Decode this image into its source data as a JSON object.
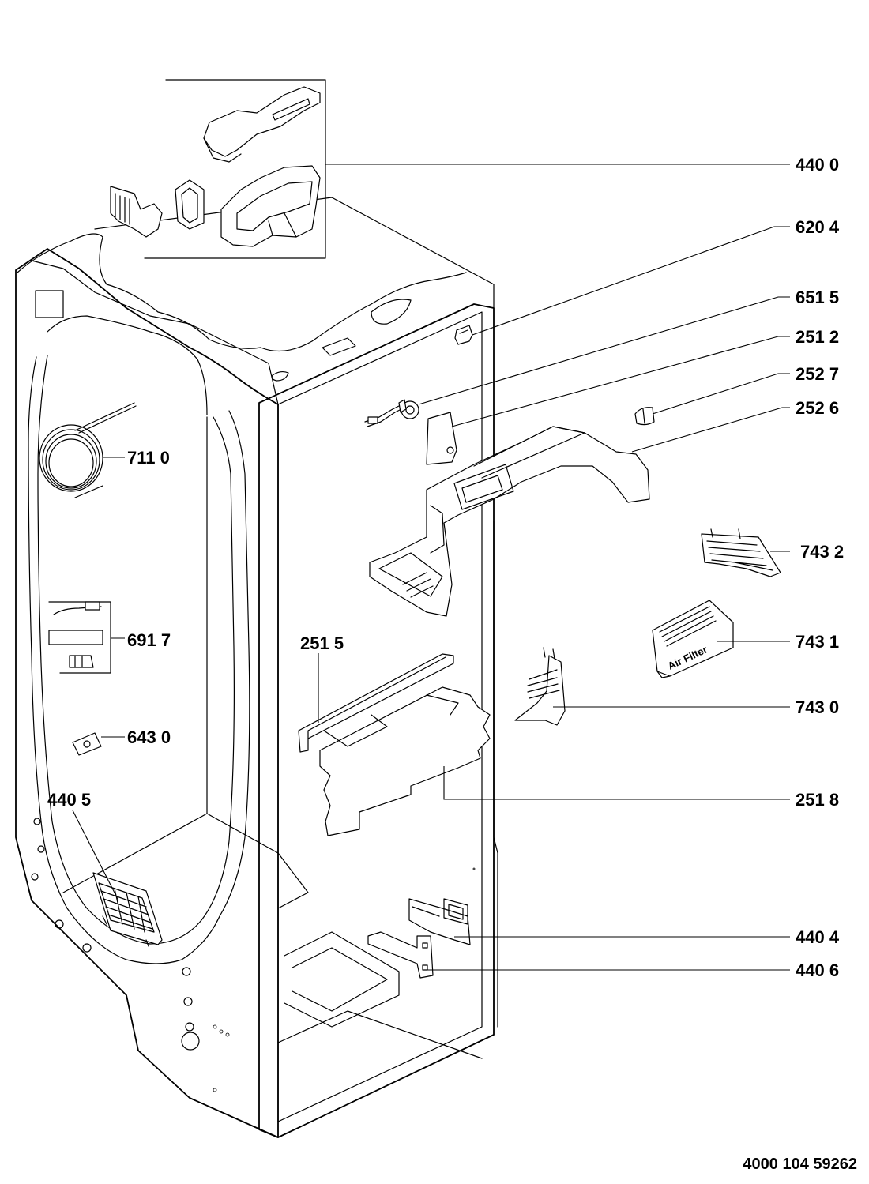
{
  "callouts": {
    "p4400": "440 0",
    "p6204": "620 4",
    "p6515": "651 5",
    "p2512": "251 2",
    "p2527": "252 7",
    "p2526": "252 6",
    "p7110": "711 0",
    "p7432": "743 2",
    "p6917": "691 7",
    "p2515": "251 5",
    "p7431": "743 1",
    "p7430": "743 0",
    "p6430": "643 0",
    "p2518": "251 8",
    "p4405": "440 5",
    "p4404": "440 4",
    "p4406": "440 6"
  },
  "filter_text": "Air Filter",
  "document_number": "4000 104 59262"
}
